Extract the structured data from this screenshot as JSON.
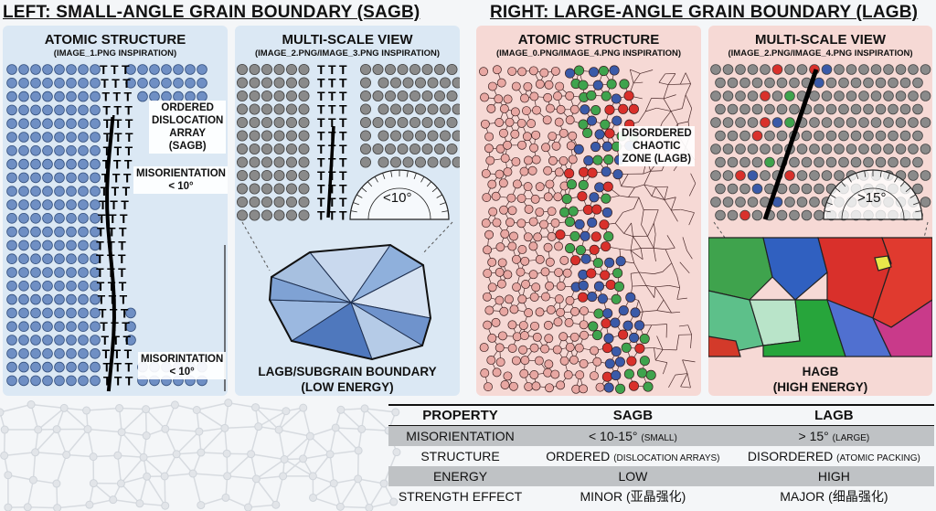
{
  "headings": {
    "left": "LEFT: SMALL-ANGLE GRAIN BOUNDARY (SAGB)",
    "right": "RIGHT: LARGE-ANGLE GRAIN BOUNDARY (LAGB)"
  },
  "panels": {
    "sagb_atomic": {
      "title": "ATOMIC STRUCTURE",
      "subtitle": "(IMAGE_1.PNG INSPIRATION)",
      "label_array": "ORDERED\nDISLOCATION\nARRAY\n(SAGB)",
      "label_mis1": "MISORIENTATION\n< 10°",
      "label_mis2": "MISORINTATION\n< 10°",
      "dislocation_symbol": "T"
    },
    "sagb_multiscale": {
      "title": "MULTI-SCALE VIEW",
      "subtitle": "(IMAGE_2.PNG/IMAGE_3.PNG INSPIRATION)",
      "angle": "<10°",
      "caption": "LAGB/SUBGRAIN BOUNDARY\n(LOW ENERGY)"
    },
    "lagb_atomic": {
      "title": "ATOMIC STRUCTURE",
      "subtitle": "(IMAGE_0.PNG/IMAGE_4.PNG INSPIRATION)",
      "label_zone": "DISORDERED\nCHAOTIC\nZONE (LAGB)"
    },
    "lagb_multiscale": {
      "title": "MULTI-SCALE VIEW",
      "subtitle": "(IMAGE_2.PNG/IMAGE_4.PNG INSPIRATION)",
      "angle": ">15°",
      "caption": "HAGB\n(HIGH ENERGY)"
    }
  },
  "table": {
    "headers": [
      "PROPERTY",
      "SAGB",
      "LAGB"
    ],
    "rows": [
      {
        "property": "MISORIENTATION",
        "sagb": "< 10-15°",
        "sagb_note": "(SMALL)",
        "lagb": "> 15°",
        "lagb_note": "(LARGE)"
      },
      {
        "property": "STRUCTURE",
        "sagb": "ORDERED",
        "sagb_note": "(DISLOCATION ARRAYS)",
        "lagb": "DISORDERED",
        "lagb_note": "(ATOMIC PACKING)"
      },
      {
        "property": "ENERGY",
        "sagb": "LOW",
        "sagb_note": "",
        "lagb": "HIGH",
        "lagb_note": ""
      },
      {
        "property": "STRENGTH EFFECT",
        "sagb": "MINOR",
        "sagb_note": "(亚晶强化)",
        "lagb": "MAJOR",
        "lagb_note": "(细晶强化)"
      }
    ]
  },
  "colors": {
    "panel_blue": "#dbe8f4",
    "panel_pink": "#f6d9d5",
    "atom_blue": "#6f8fc4",
    "atom_grey": "#8a8a8a",
    "atom_pink": "#e8a7a2",
    "red": "#d9302b",
    "green": "#3fa34d",
    "navy": "#3a5aa8"
  }
}
